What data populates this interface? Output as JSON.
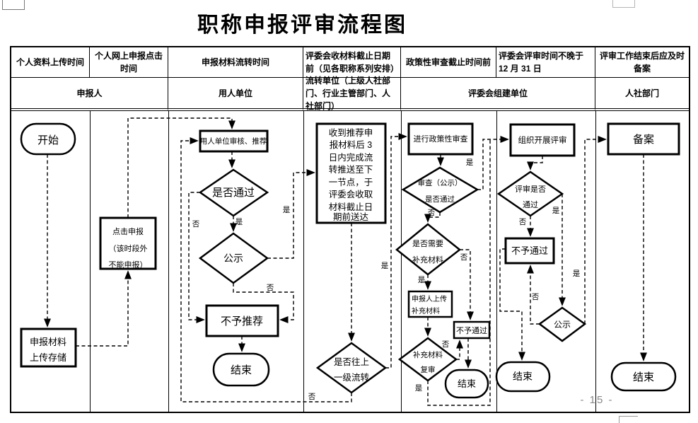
{
  "page": {
    "title": "职称申报评审流程图",
    "page_number": "- 15 -"
  },
  "labels": {
    "yes": "是",
    "no": "否"
  },
  "header": {
    "row1": [
      "个人资料上传时间",
      "个人网上申报点击时间",
      "申报材料流转时间",
      "评委会收材料截止日期前（见各职称系列安排）",
      "政策性审查截止时间前",
      "评委会评审时间不晚于 12 月 31 日",
      "评审工作结束后应及时备案"
    ],
    "row2": [
      "申报人",
      "用人单位",
      "流转单位（上级人社部门、行业主管部门、人社部门）",
      "评委会组建单位",
      "人社部门"
    ]
  },
  "nodes": {
    "start": "开始",
    "upload": {
      "lines": [
        "申报材料",
        "上传存储"
      ]
    },
    "click": {
      "lines": [
        "点击申报",
        "（该时段外",
        "不能申报）"
      ]
    },
    "employer_review": "用人单位审核、推荐",
    "pass_decision": "是否通过",
    "publicity1": "公示",
    "no_recommend": "不予推荐",
    "end_employer": "结束",
    "circulate": {
      "lines": [
        "收到推荐申",
        "报材料后 3",
        "日内完成流",
        "转推送至下",
        "一节点，于",
        "评委会收取",
        "材料截止日",
        "期前送达"
      ]
    },
    "up_level": {
      "lines": [
        "是否往上",
        "一级流转"
      ]
    },
    "policy_review": "进行政策性审查",
    "policy_pass": {
      "lines": [
        "审查（公示）",
        "是否通过"
      ]
    },
    "need_supplement": {
      "lines": [
        "是否需要",
        "补充材料"
      ]
    },
    "upload_supplement": {
      "lines": [
        "申报人上传",
        "补充材料"
      ]
    },
    "supplement_review": {
      "lines": [
        "补充材料",
        "复审"
      ]
    },
    "reject_policy": "不予通过",
    "end_policy": "结束",
    "organize_review": "组织开展评审",
    "review_pass": {
      "lines": [
        "评审是否",
        "通过"
      ]
    },
    "reject_review": "不予通过",
    "publicity2": "公示",
    "end_review": "结束",
    "filing": "备案",
    "end_filing": "结束"
  }
}
